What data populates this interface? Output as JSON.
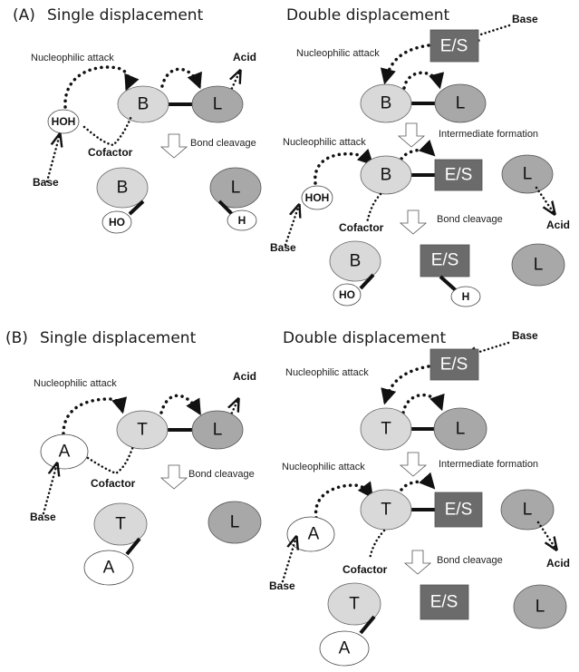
{
  "panels": {
    "A": {
      "label": "(A)",
      "single": {
        "title": "Single displacement",
        "nucleophilic_attack": "Nucleophilic attack",
        "acid": "Acid",
        "base": "Base",
        "cofactor": "Cofactor",
        "bond_cleavage": "Bond cleavage",
        "nucleophile": "HOH",
        "node1": "B",
        "node2": "L",
        "product_node1": "B",
        "product_node2": "L",
        "product_small1": "HO",
        "product_small2": "H"
      },
      "double": {
        "title": "Double displacement",
        "base_top": "Base",
        "es_box": "E/S",
        "nucleophilic_attack_top": "Nucleophilic attack",
        "node1": "B",
        "node2": "L",
        "intermediate_formation": "Intermediate formation",
        "nucleophilic_attack_mid": "Nucleophilic attack",
        "nucleophile": "HOH",
        "inter_node": "B",
        "inter_box": "E/S",
        "released_node": "L",
        "acid": "Acid",
        "base_mid": "Base",
        "cofactor": "Cofactor",
        "bond_cleavage": "Bond cleavage",
        "product_node": "B",
        "product_box": "E/S",
        "product_released": "L",
        "product_small1": "HO",
        "product_small2": "H"
      }
    },
    "B": {
      "label": "(B)",
      "single": {
        "title": "Single displacement",
        "nucleophilic_attack": "Nucleophilic attack",
        "acid": "Acid",
        "base": "Base",
        "cofactor": "Cofactor",
        "bond_cleavage": "Bond cleavage",
        "nucleophile": "A",
        "node1": "T",
        "node2": "L",
        "product_node1": "T",
        "product_node2": "L",
        "product_small1": "A"
      },
      "double": {
        "title": "Double displacement",
        "base_top": "Base",
        "es_box": "E/S",
        "nucleophilic_attack_top": "Nucleophilic attack",
        "node1": "T",
        "node2": "L",
        "intermediate_formation": "Intermediate formation",
        "nucleophilic_attack_mid": "Nucleophilic attack",
        "nucleophile": "A",
        "inter_node": "T",
        "inter_box": "E/S",
        "released_node": "L",
        "acid": "Acid",
        "base_mid": "Base",
        "cofactor": "Cofactor",
        "bond_cleavage": "Bond cleavage",
        "product_node": "T",
        "product_box": "E/S",
        "product_released": "L",
        "product_small1": "A"
      }
    }
  },
  "colors": {
    "light_node": "#d9d9d9",
    "dark_node": "#a8a8a8",
    "box": "#6b6b6b"
  }
}
